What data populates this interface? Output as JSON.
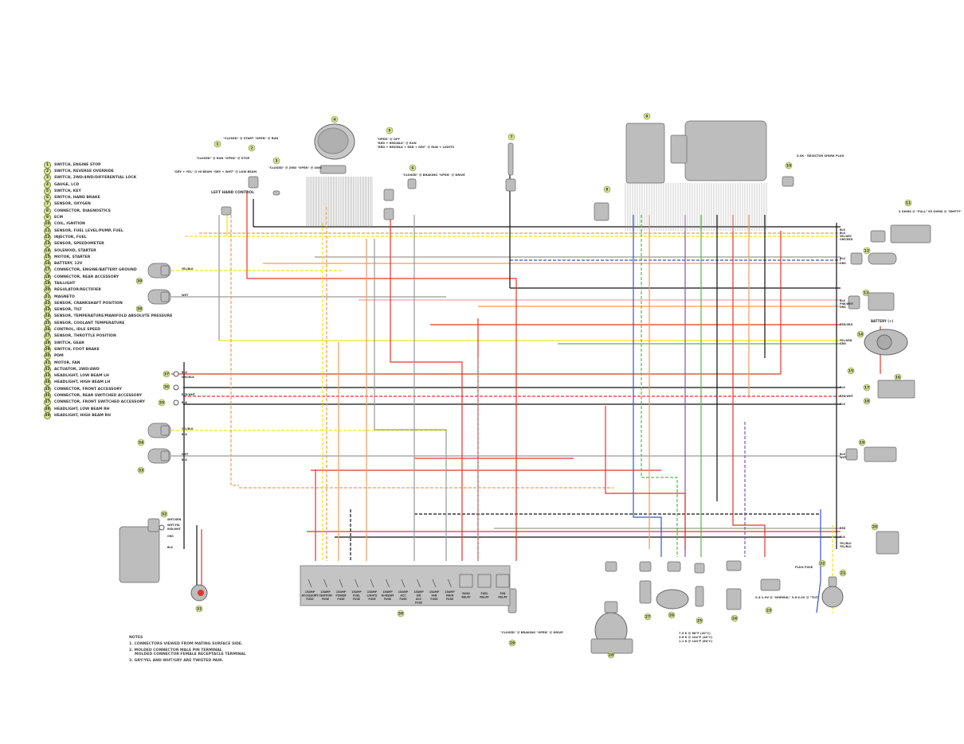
{
  "legend": [
    {
      "n": "1",
      "label": "SWITCH, ENGINE STOP"
    },
    {
      "n": "2",
      "label": "SWITCH, REVERSE OVERRIDE"
    },
    {
      "n": "3",
      "label": "SWITCH, 2WD/4WD/DIFFERENTIAL LOCK"
    },
    {
      "n": "4",
      "label": "GAUGE, LCD"
    },
    {
      "n": "5",
      "label": "SWITCH, KEY"
    },
    {
      "n": "6",
      "label": "SWITCH, HAND BRAKE"
    },
    {
      "n": "7",
      "label": "SENSOR, OXYGEN"
    },
    {
      "n": "8",
      "label": "CONNECTOR, DIAGNOSTICS"
    },
    {
      "n": "9",
      "label": "ECM"
    },
    {
      "n": "10",
      "label": "COIL, IGNITION"
    },
    {
      "n": "11",
      "label": "SENSOR, FUEL LEVEL/PUMP, FUEL"
    },
    {
      "n": "12",
      "label": "INJECTOR, FUEL"
    },
    {
      "n": "13",
      "label": "SENSOR, SPEEDOMETER"
    },
    {
      "n": "14",
      "label": "SOLENOID, STARTER"
    },
    {
      "n": "15",
      "label": "MOTOR, STARTER"
    },
    {
      "n": "16",
      "label": "BATTERY, 12V"
    },
    {
      "n": "17",
      "label": "CONNECTOR, ENGINE/BATTERY GROUND"
    },
    {
      "n": "18",
      "label": "CONNECTOR, REAR ACCESSORY"
    },
    {
      "n": "19",
      "label": "TAILLIGHT"
    },
    {
      "n": "20",
      "label": "REGULATOR/RECTIFIER"
    },
    {
      "n": "21",
      "label": "MAGNETO"
    },
    {
      "n": "22",
      "label": "SENSOR, CRANKSHAFT POSITION"
    },
    {
      "n": "23",
      "label": "SENSOR, TILT"
    },
    {
      "n": "24",
      "label": "SENSOR, TEMPERATURE/MANIFOLD ABSOLUTE PRESSURE"
    },
    {
      "n": "25",
      "label": "SENSOR, COOLANT TEMPERATURE"
    },
    {
      "n": "26",
      "label": "CONTROL, IDLE SPEED"
    },
    {
      "n": "27",
      "label": "SENSOR, THROTTLE POSITION"
    },
    {
      "n": "28",
      "label": "SWITCH, GEAR"
    },
    {
      "n": "29",
      "label": "SWITCH, FOOT BRAKE"
    },
    {
      "n": "30",
      "label": "PDM"
    },
    {
      "n": "31",
      "label": "MOTOR, FAN"
    },
    {
      "n": "32",
      "label": "ACTUATOR, 2WD/4WD"
    },
    {
      "n": "33",
      "label": "HEADLIGHT, LOW BEAM LH"
    },
    {
      "n": "34",
      "label": "HEADLIGHT, HIGH BEAM LH"
    },
    {
      "n": "35",
      "label": "CONNECTOR, FRONT ACCESSORY"
    },
    {
      "n": "36",
      "label": "CONNECTOR, REAR SWITCHED ACCESSORY"
    },
    {
      "n": "37",
      "label": "CONNECTOR, FRONT SWITCHED ACCESSORY"
    },
    {
      "n": "38",
      "label": "HEADLIGHT, LOW BEAM RH"
    },
    {
      "n": "39",
      "label": "HEADLIGHT, HIGH BEAM RH"
    }
  ],
  "notes": {
    "title": "NOTES",
    "n1": "1. CONNECTORS VIEWED FROM MATING SURFACE SIDE.",
    "n2a": "2. MOLDED CONNECTOR MALE PIN TERMINAL",
    "n2b": "MOLDED CONNECTOR FEMALE RECEPTACLE TERMINAL",
    "n3": "3. GRY/YEL AND WHT/GRY ARE TWISTED PAIR."
  },
  "annotations": {
    "left_hand_control": "LEFT HAND CONTROL",
    "sw1_a": "\"CLOSED\" @ START  \"OPEN\" @ RUN",
    "sw1_b": "\"CLOSED\" @ RUN  \"OPEN\" @ STOP",
    "sw1_c": "\"GRY + YEL\" @ HI BEAM  \"GRY + WHT\" @ LOW BEAM",
    "sw3": "\"CLOSED\" @ 2WD  \"OPEN\" @ 4WD",
    "sw5_a": "\"OPEN\" @ OFF",
    "sw5_b": "\"RED + RED/BLK\" @ RUN",
    "sw5_c": "\"RED + RED/BLK + RED + GRY\" @ RUN + LIGHTS",
    "sw6": "\"CLOSED\" @ BRAKING  \"OPEN\" @ DRIVE",
    "sw11": "3 OHMS @ \"FULL\"  95 OHMS @ \"EMPTY\"",
    "coil": "5.0K - RESISTOR SPARK PLUG",
    "battery": "BATTERY (+)",
    "sw29": "\"CLOSED\" @ BRAKING  \"OPEN\" @ DRIVE",
    "tilt": "0.4-1.0V @ \"NORMAL\"  3.6-4.4V @ \"TILT\"",
    "coolant": [
      "7.5 K @ 68°F (20°C)",
      "2.6 K @ 104°F (40°C)",
      "1.1 K @ 140°F (60°C)"
    ],
    "plug_fuse": "PLUG FUSE"
  },
  "fuses": [
    "15AMP ACCESSORY FUSE",
    "15AMP IGNITION FUSE",
    "15AMP POWER FUSE",
    "15AMP FUEL FUSE",
    "15AMP LIGHTS FUSE",
    "15AMP HI-BEAM FUSE",
    "15AMP ACC FUSE",
    "15AMP SW ACC FUSE",
    "15AMP FAN FUSE",
    "15AMP MAIN FUSE"
  ],
  "relays": [
    "MAIN RELAY",
    "FUEL RELAY",
    "FAN RELAY"
  ],
  "wire_labels": {
    "right": [
      "BLK",
      "BLK",
      "YEL/GRY",
      "ORG/RED",
      "BLU",
      "ORG",
      "BLK",
      "PNK/WHT",
      "ORG",
      "RED/ORG",
      "YEL/GRN",
      "GRN",
      "BLK",
      "RED/WHT",
      "BLK",
      "BLK",
      "WHT",
      "RED",
      "BLK",
      "YEL/BLU",
      "YEL/BLU"
    ],
    "left": [
      "YEL/BLK",
      "WHT",
      "BLK",
      "ORG/BLK",
      "RED/WHT",
      "BLK",
      "YEL/BLK",
      "BLK",
      "WHT",
      "BLK",
      "WHT/GRN",
      "WHT/YEL",
      "RED/WHT",
      "ORG",
      "BLK"
    ]
  },
  "colors": {
    "callout": "#d7e39a",
    "component": "#bdbdbd",
    "black": "#111111",
    "red": "#e8332a",
    "orange": "#f39a5c",
    "yellow": "#f2e318",
    "green": "#58b947",
    "blue": "#3b55c8",
    "gray": "#9a9a9a",
    "purple": "#8a4fb5",
    "pink": "#f2a5a0"
  }
}
